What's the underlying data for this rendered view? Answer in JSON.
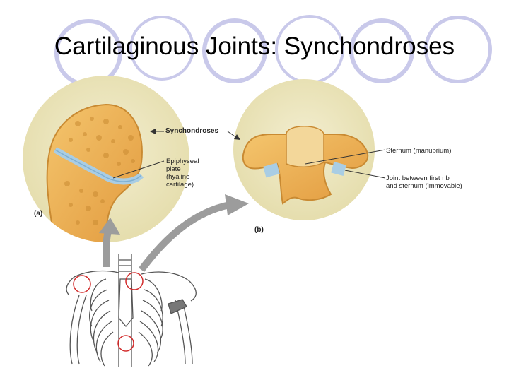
{
  "slide": {
    "title": "Cartilaginous Joints: Synchondroses"
  },
  "figure": {
    "callout_synchondroses": "Synchondroses",
    "label_epiphyseal": [
      "Epiphyseal",
      "plate",
      "(hyaline",
      "cartilage)"
    ],
    "panel_a": "(a)",
    "panel_b": "(b)",
    "label_sternum": "Sternum (manubrium)",
    "label_joint": [
      "Joint between first rib",
      "and sternum (immovable)"
    ]
  },
  "colors": {
    "decor_circle": "#c9c9ea",
    "inset_bg": "#ece6bf",
    "bone": "#eab15a",
    "bone_dark": "#c98a32",
    "cartilage": "#a9cde4",
    "arrow": "#9c9c9c",
    "highlight_circle": "#d22a2a"
  }
}
